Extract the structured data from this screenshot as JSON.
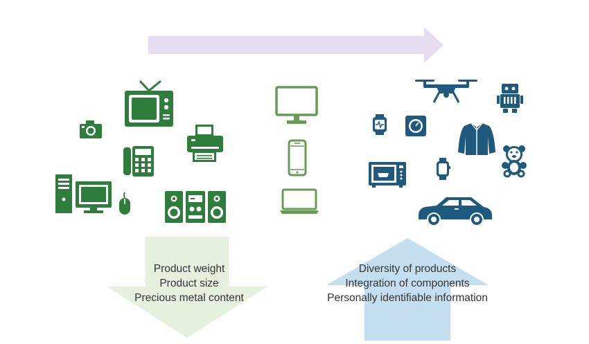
{
  "colors": {
    "legacy_green": "#2e7d3c",
    "modern_green": "#6a9a57",
    "future_blue": "#1f5a7e",
    "top_arrow": "#e4def0",
    "down_arrow": "#e6f0df",
    "up_arrow": "#c3dff0",
    "text": "#333333"
  },
  "left_labels": {
    "line1": "Product weight",
    "line2": "Product size",
    "line3": "Precious metal content"
  },
  "right_labels": {
    "line1": "Diversity of products",
    "line2": "Integration of components",
    "line3": "Personally identifiable information"
  },
  "icons": {
    "legacy": [
      "camera-icon",
      "television-icon",
      "printer-icon",
      "desk-phone-icon",
      "desktop-computer-icon",
      "mouse-icon",
      "stereo-system-icon"
    ],
    "modern": [
      "monitor-icon",
      "smartphone-icon",
      "laptop-icon"
    ],
    "future": [
      "drone-icon",
      "robot-icon",
      "fitness-tracker-icon",
      "smart-thermostat-icon",
      "jacket-icon",
      "microwave-icon",
      "smartwatch-icon",
      "teddy-bear-icon",
      "car-icon"
    ]
  }
}
